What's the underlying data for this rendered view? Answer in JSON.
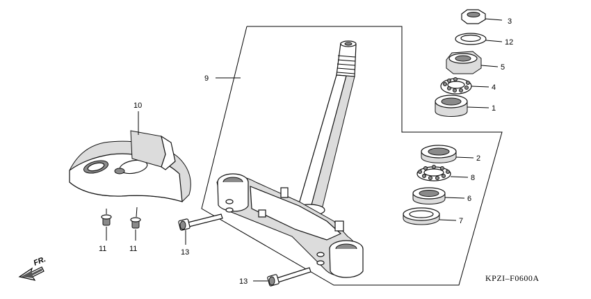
{
  "callouts": {
    "c1": "1",
    "c2": "2",
    "c3": "3",
    "c4": "4",
    "c5": "5",
    "c6": "6",
    "c7": "7",
    "c8": "8",
    "c9": "9",
    "c10": "10",
    "c11a": "11",
    "c11b": "11",
    "c12": "12",
    "c13a": "13",
    "c13b": "13"
  },
  "direction_label": "FR.",
  "diagram_code": "KPZI–F0600A"
}
